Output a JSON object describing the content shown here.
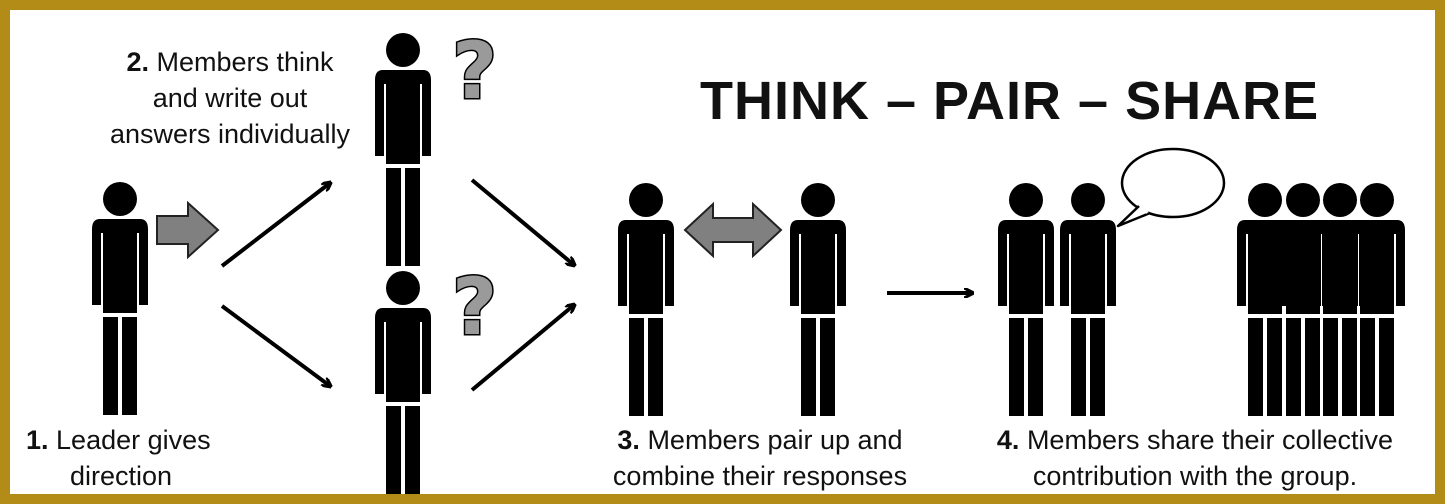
{
  "title": "THINK – PAIR – SHARE",
  "steps": [
    {
      "num": "1.",
      "line1": " Leader gives",
      "line2": "direction"
    },
    {
      "num": "2.",
      "line1": " Members  think",
      "line2": "and write out",
      "line3": "answers individually"
    },
    {
      "num": "3.",
      "line1": " Members  pair up and",
      "line2": "combine their responses"
    },
    {
      "num": "4.",
      "line1": " Members  share their collective",
      "line2": "contribution with the group."
    }
  ],
  "question_mark": "?",
  "colors": {
    "border": "#b38b17",
    "figure": "#000000",
    "block_arrow_fill": "#808080",
    "question_mark": "#9a9a9a"
  }
}
